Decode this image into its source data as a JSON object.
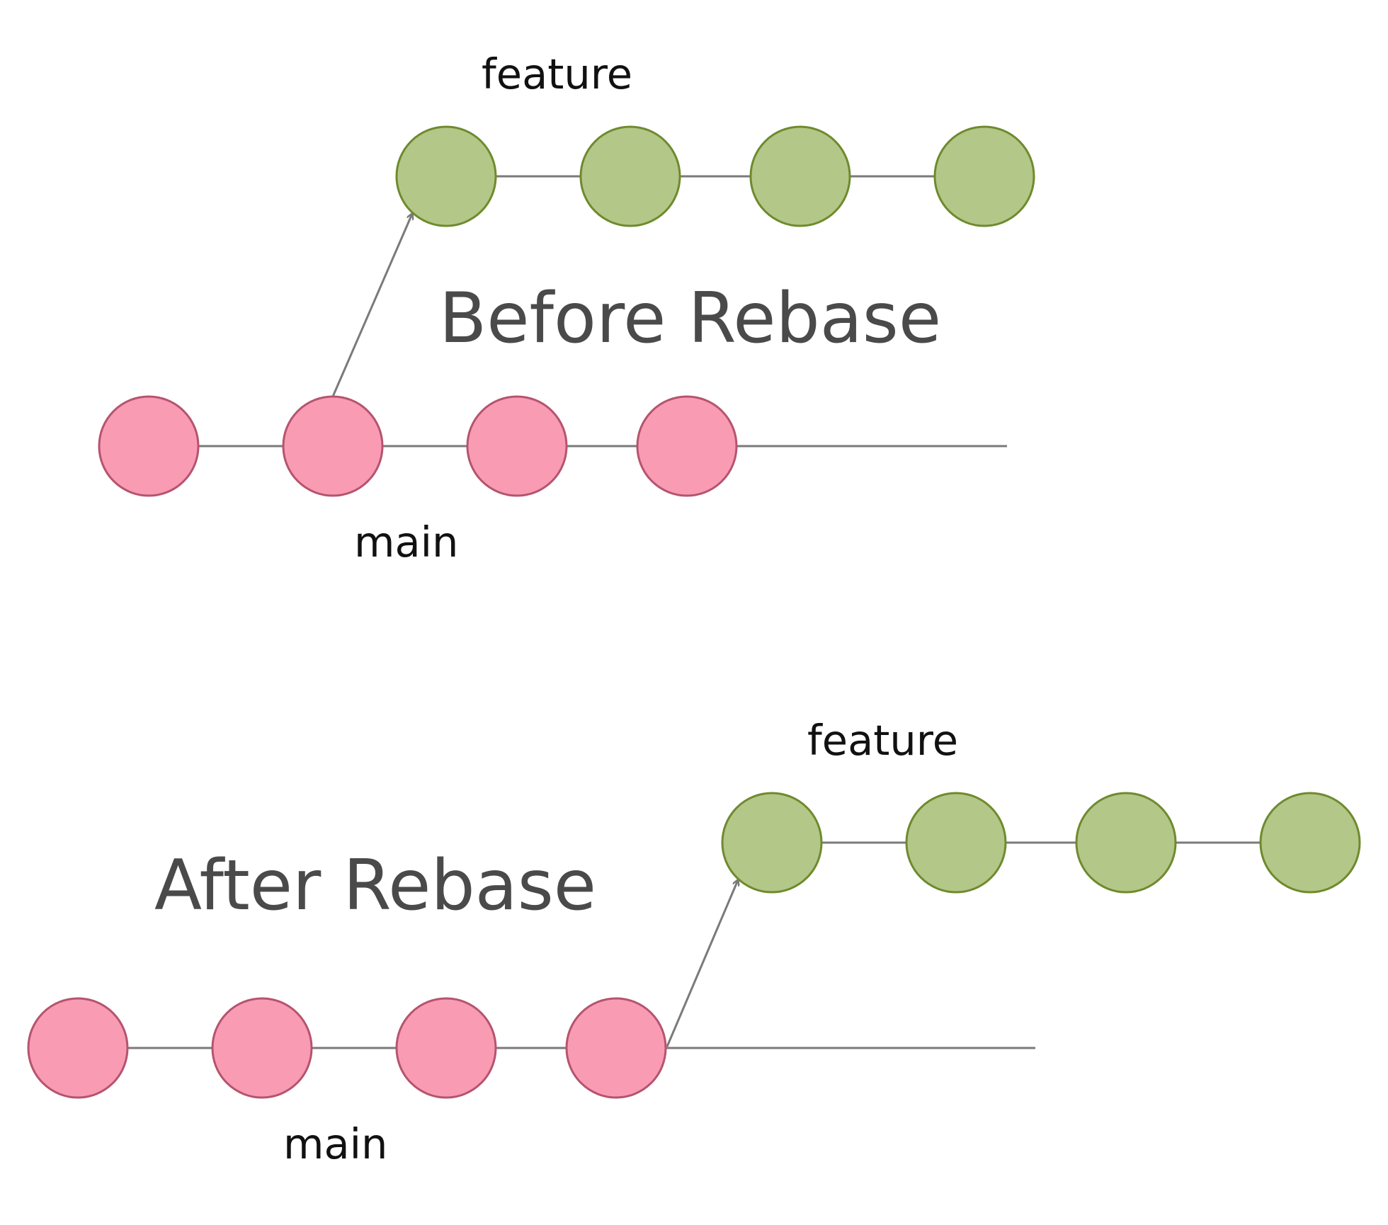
{
  "before": {
    "title": "Before Rebase",
    "feature_label": "feature",
    "main_label": "main",
    "main_commit_count": 4,
    "feature_commit_count": 4,
    "feature_branches_from_main_commit": 2
  },
  "after": {
    "title": "After Rebase",
    "feature_label": "feature",
    "main_label": "main",
    "main_commit_count": 4,
    "feature_commit_count": 4,
    "feature_branches_from_main_commit": 4
  },
  "colors": {
    "main_fill": "#f89bb3",
    "main_stroke": "#b5546f",
    "feature_fill": "#b3c789",
    "feature_stroke": "#6f8a2d",
    "line": "#7a7a7a"
  }
}
